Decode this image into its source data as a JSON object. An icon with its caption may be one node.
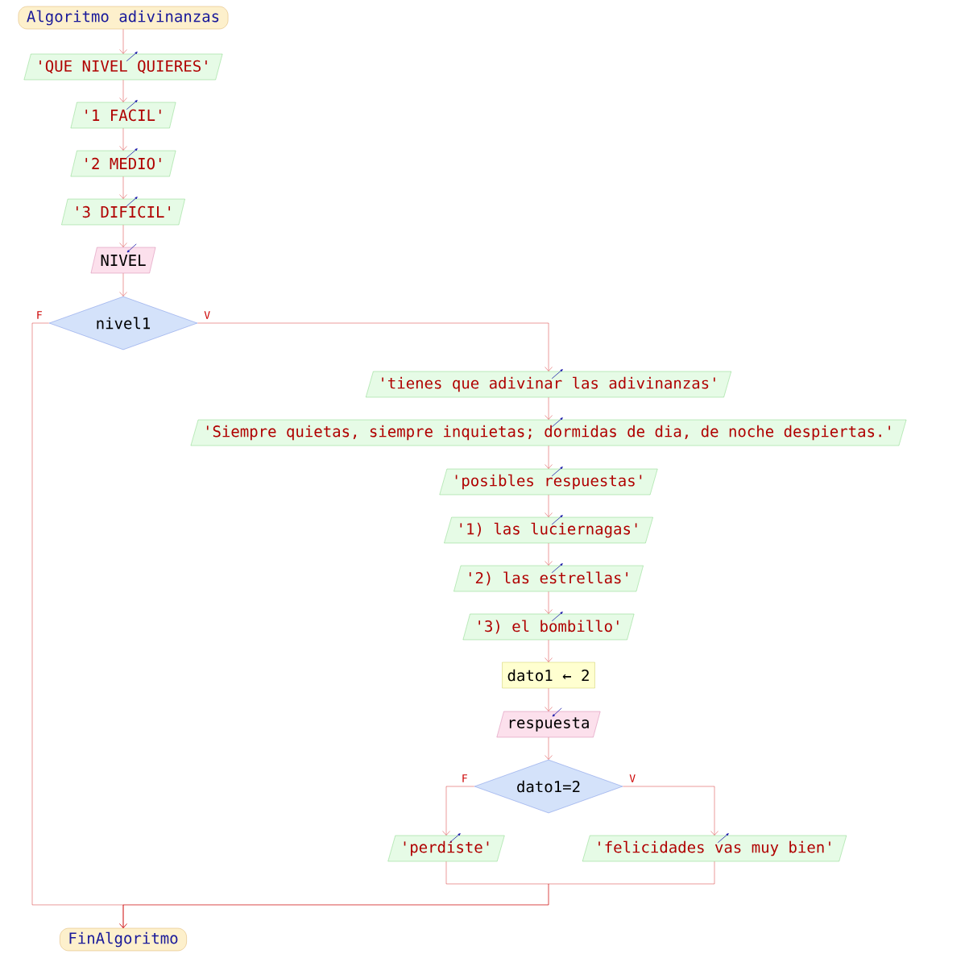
{
  "diagram": {
    "nodes": [
      {
        "text": [
          "Algoritmo adivinanzas"
        ]
      },
      {
        "text": [
          "'QUE NIVEL QUIERES'"
        ]
      },
      {
        "text": [
          "'1 FACIL'"
        ]
      },
      {
        "text": [
          "'2 MEDIO'"
        ]
      },
      {
        "text": [
          "'3 DIFICIL'"
        ]
      },
      {
        "text": [
          "NIVEL"
        ]
      },
      {
        "text": [
          "nivel1"
        ]
      },
      {
        "text": [
          "'tienes que adivinar las adivinanzas'"
        ]
      },
      {
        "text": [
          "'Siempre quietas, siempre inquietas; dormidas de dia, de noche despiertas.'"
        ]
      },
      {
        "text": [
          "'posibles respuestas'"
        ]
      },
      {
        "text": [
          "'1) las luciernagas'"
        ]
      },
      {
        "text": [
          "'2) las estrellas'"
        ]
      },
      {
        "text": [
          "'3) el bombillo'"
        ]
      },
      {
        "text": [
          "dato1 ← 2"
        ]
      },
      {
        "text": [
          "respuesta"
        ]
      },
      {
        "text": [
          "dato1=2"
        ]
      },
      {
        "text": [
          "'perdiste'"
        ]
      },
      {
        "text": [
          "'felicidades vas muy bien'"
        ]
      },
      {
        "text": [
          "FinAlgoritmo"
        ]
      }
    ],
    "edges": [
      {
        "from": 0,
        "to": 1,
        "arrow": "to"
      },
      {
        "from": 1,
        "to": 2,
        "arrow": "to"
      },
      {
        "from": 2,
        "to": 3,
        "arrow": "to"
      },
      {
        "from": 3,
        "to": 4,
        "arrow": "to"
      },
      {
        "from": 4,
        "to": 5,
        "arrow": "to"
      },
      {
        "from": 5,
        "to": 6,
        "arrow": "to"
      },
      {
        "from": 6,
        "to": 7,
        "arrow": "to",
        "label": "V"
      },
      {
        "from": 6,
        "to": 18,
        "arrow": "to",
        "label": "F"
      },
      {
        "from": 7,
        "to": 8,
        "arrow": "to"
      },
      {
        "from": 8,
        "to": 9,
        "arrow": "to"
      },
      {
        "from": 9,
        "to": 10,
        "arrow": "to"
      },
      {
        "from": 10,
        "to": 11,
        "arrow": "to"
      },
      {
        "from": 11,
        "to": 12,
        "arrow": "to"
      },
      {
        "from": 12,
        "to": 13,
        "arrow": "to"
      },
      {
        "from": 13,
        "to": 14,
        "arrow": "to"
      },
      {
        "from": 14,
        "to": 15,
        "arrow": "to"
      },
      {
        "from": 15,
        "to": 16,
        "arrow": "to",
        "label": "F"
      },
      {
        "from": 15,
        "to": 17,
        "arrow": "to",
        "label": "V"
      },
      {
        "from": 16,
        "to": 18,
        "arrow": "to"
      },
      {
        "from": 17,
        "to": 18,
        "arrow": "to"
      }
    ]
  }
}
